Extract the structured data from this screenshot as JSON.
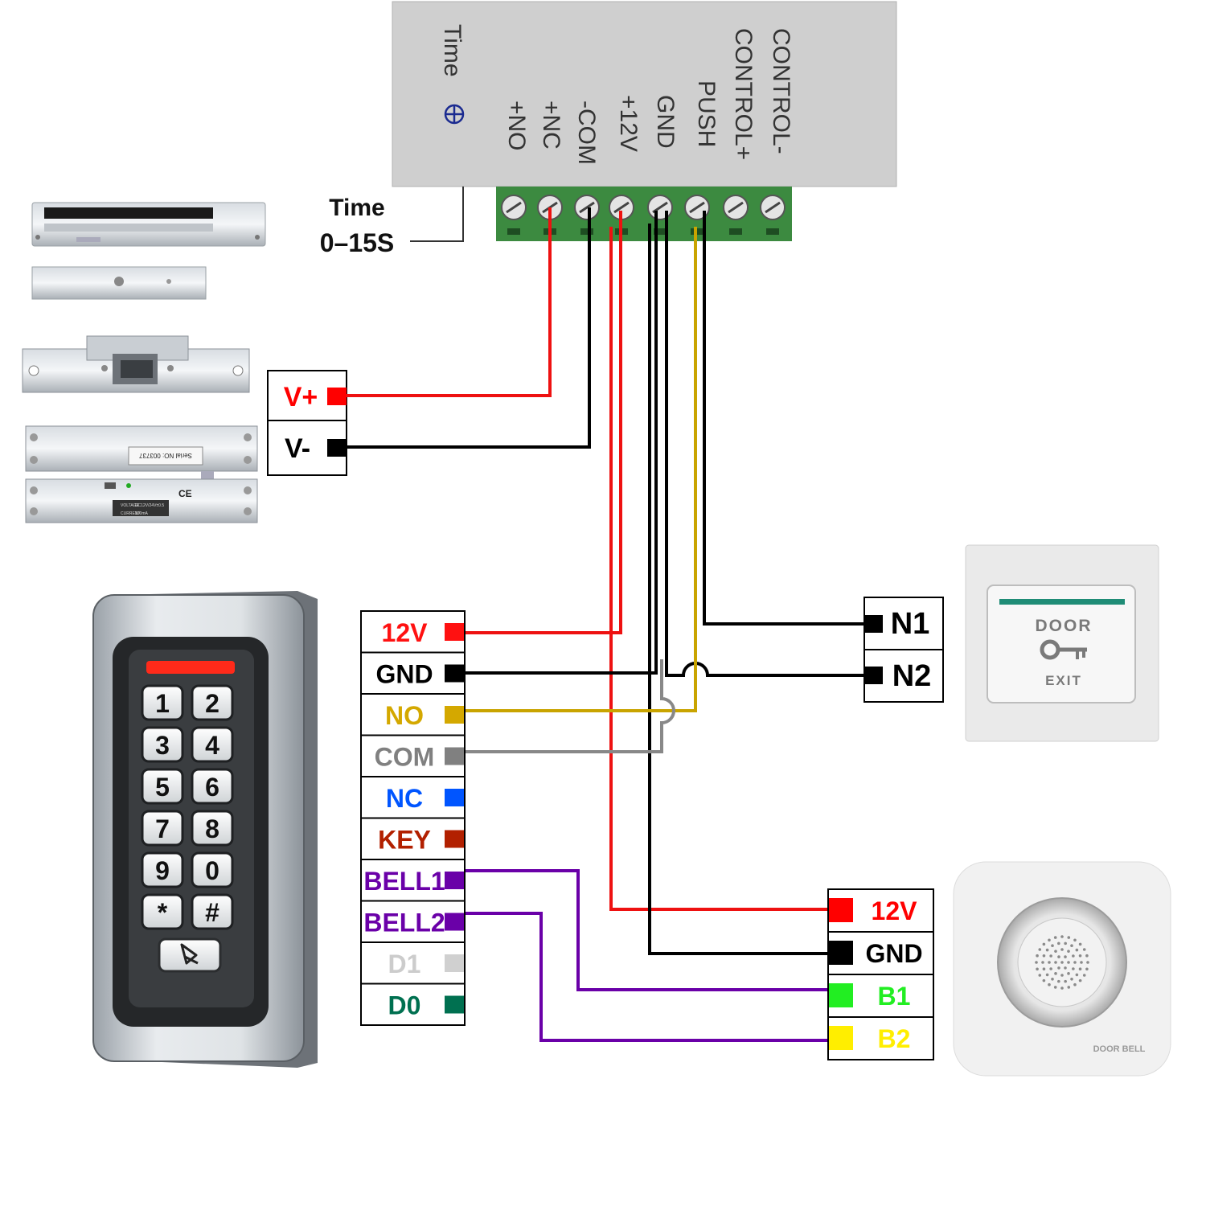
{
  "power_supply": {
    "labels": [
      "Time",
      "+NO",
      "+NC",
      "-COM",
      "+12V",
      "GND",
      "PUSH",
      "CONTROL+",
      "CONTROL-"
    ],
    "time_callout": [
      "Time",
      "0–15S"
    ]
  },
  "lock_terminal": {
    "vplus": "V+",
    "vminus": "V-",
    "colors": {
      "vplus": "#ff0000",
      "vminus": "#000000"
    }
  },
  "lock_labels": {
    "maglock_serial": "Serial NO: 003737",
    "voltage_label": "VOLTAGE",
    "voltage_value": "DC12V/24V±0.5",
    "current_label": "CURRENT",
    "current_value": "100mA",
    "ce_mark": "CE"
  },
  "keypad_terminal": {
    "pins": [
      {
        "label": "12V",
        "color": "#ff1111",
        "text_color": "#ff1111"
      },
      {
        "label": "GND",
        "color": "#000000",
        "text_color": "#000000"
      },
      {
        "label": "NO",
        "color": "#d4a800",
        "text_color": "#d4a800"
      },
      {
        "label": "COM",
        "color": "#808080",
        "text_color": "#808080"
      },
      {
        "label": "NC",
        "color": "#0055ff",
        "text_color": "#0055ff"
      },
      {
        "label": "KEY",
        "color": "#b22000",
        "text_color": "#b22000"
      },
      {
        "label": "BELL1",
        "color": "#6a00a8",
        "text_color": "#6a00a8"
      },
      {
        "label": "BELL2",
        "color": "#6a00a8",
        "text_color": "#6a00a8"
      },
      {
        "label": "D1",
        "color": "#d0d0d0",
        "text_color": "#cccccc"
      },
      {
        "label": "D0",
        "color": "#007050",
        "text_color": "#007050"
      }
    ]
  },
  "keypad": {
    "keys": [
      "1",
      "2",
      "3",
      "4",
      "5",
      "6",
      "7",
      "8",
      "9",
      "0",
      "*",
      "#"
    ],
    "bell_icon": "bell-icon"
  },
  "exit_button": {
    "line1": "DOOR",
    "line2": "EXIT",
    "icon": "key-icon",
    "terminal": [
      "N1",
      "N2"
    ]
  },
  "doorbell": {
    "brand": "DOOR BELL",
    "terminal": [
      {
        "label": "12V",
        "color": "#ff0000",
        "text_color": "#ff0000"
      },
      {
        "label": "GND",
        "color": "#000000",
        "text_color": "#000000"
      },
      {
        "label": "B1",
        "color": "#22ee22",
        "text_color": "#22ee22"
      },
      {
        "label": "B2",
        "color": "#ffee00",
        "text_color": "#ffee00"
      }
    ]
  },
  "wire_colors": {
    "red": "#ee1111",
    "black": "#000000",
    "yellow": "#c9a400",
    "gray": "#888888",
    "purple": "#6a00a8"
  }
}
